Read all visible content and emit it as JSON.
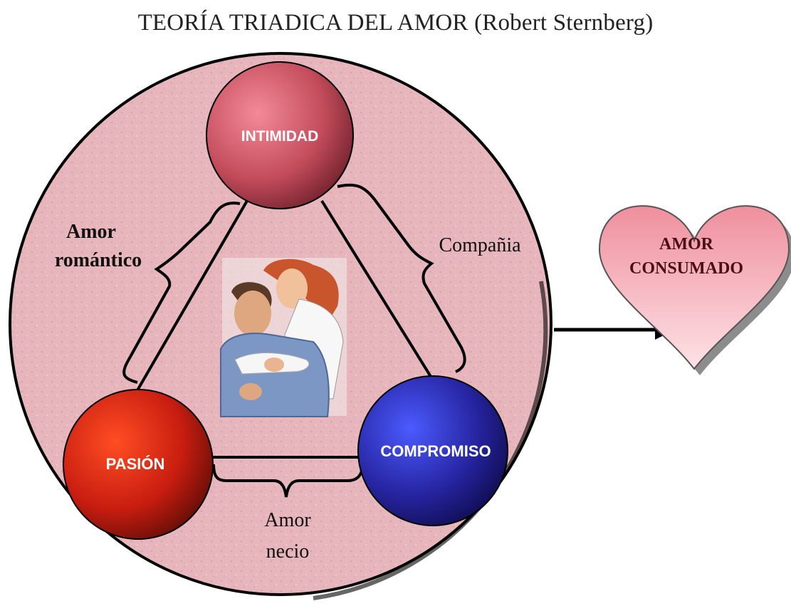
{
  "title": "TEORÍA TRIADICA DEL AMOR  (Robert Sternberg)",
  "nodes": {
    "intimidad": {
      "label": "INTIMIDAD"
    },
    "pasion": {
      "label": "PASIÓN"
    },
    "compromiso": {
      "label": "COMPROMISO"
    }
  },
  "edges": {
    "romantic": {
      "line1": "Amor",
      "line2": "romántico"
    },
    "companionship": {
      "label": "Compañia"
    },
    "fatuous": {
      "line1": "Amor",
      "line2": "necio"
    }
  },
  "result": {
    "line1": "AMOR",
    "line2": "CONSUMADO"
  },
  "colors": {
    "background_circle": "#e8b7bd",
    "intimidad": "#c0505e",
    "pasion": "#c81d10",
    "compromiso": "#24229a",
    "heart": "#f4a7b2"
  }
}
